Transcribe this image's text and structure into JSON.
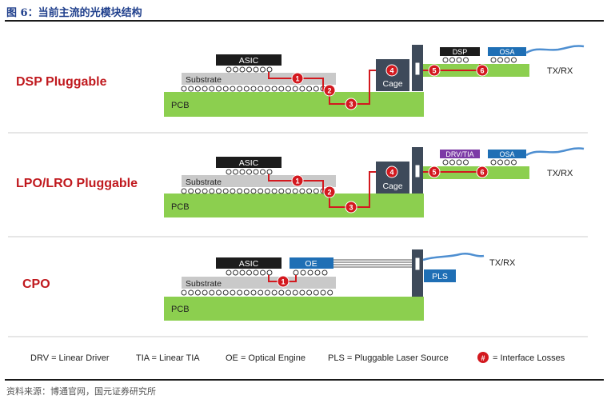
{
  "figure_title": "图 6：当前主流的光模块结构",
  "source_text": "资料来源：博通官网，国元证券研究所",
  "rows": [
    {
      "label": "DSP Pluggable",
      "asic": "ASIC",
      "substrate": "Substrate",
      "pcb": "PCB",
      "cage": "Cage",
      "module_chip": "DSP",
      "osa": "OSA",
      "txrx": "TX/RX",
      "losses": [
        "1",
        "2",
        "3",
        "4",
        "5",
        "6"
      ]
    },
    {
      "label": "LPO/LRO Pluggable",
      "asic": "ASIC",
      "substrate": "Substrate",
      "pcb": "PCB",
      "cage": "Cage",
      "module_chip": "DRV/TIA",
      "osa": "OSA",
      "txrx": "TX/RX",
      "losses": [
        "1",
        "2",
        "3",
        "4",
        "5",
        "6"
      ]
    },
    {
      "label": "CPO",
      "asic": "ASIC",
      "oe": "OE",
      "substrate": "Substrate",
      "pcb": "PCB",
      "pls": "PLS",
      "txrx": "TX/RX",
      "losses": [
        "1"
      ]
    }
  ],
  "legend": {
    "drv": "DRV = Linear Driver",
    "tia": "TIA = Linear TIA",
    "oe": "OE = Optical Engine",
    "pls": "PLS = Pluggable Laser Source",
    "loss_symbol": "#",
    "loss": "= Interface Losses"
  },
  "colors": {
    "pcb": "#8ccf4f",
    "substrate": "#c9c9c9",
    "chip_dark": "#1c1c1c",
    "cage": "#3e4a5a",
    "purple": "#7c3aa6",
    "blue": "#1f6fb5",
    "loss": "#d3191f",
    "label": "#c0191e",
    "fiber": "#4e8fd1"
  }
}
